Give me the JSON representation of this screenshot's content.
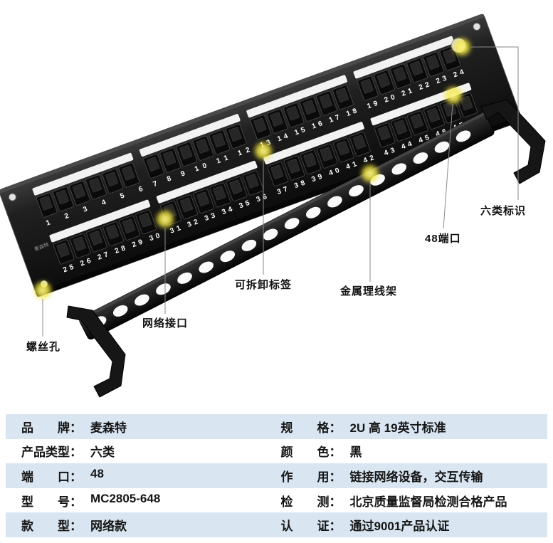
{
  "callouts": {
    "cat6": "六类标识",
    "ports48": "48端口",
    "removable_label": "可拆卸标签",
    "cable_manager": "金属理线架",
    "network_port": "网络接口",
    "screw_hole": "螺丝孔"
  },
  "panel": {
    "logo": "麦森特",
    "port_groups": [
      "1 2 3 4 5 6",
      "7 8 9 10 11 12",
      "13 14 15 16 17 18",
      "19 20 21 22 23 24",
      "25 26 27 28 29 30",
      "31 32 33 34 35 36",
      "37 38 39 40 41 42",
      "43 44 45 46 47 48"
    ]
  },
  "table": {
    "rows": [
      {
        "l_label": "品　　牌：",
        "l_value": "麦森特",
        "r_label": "规　　格：",
        "r_value": "2U 高  19英寸标准"
      },
      {
        "l_label": "产品类型：",
        "l_value": "六类",
        "r_label": "颜　　色：",
        "r_value": "黑"
      },
      {
        "l_label": "端　　口：",
        "l_value": "48",
        "r_label": "作　　用：",
        "r_value": "链接网络设备，交互传输"
      },
      {
        "l_label": "型　　号：",
        "l_value": "MC2805-648",
        "r_label": "检　　测：",
        "r_value": "北京质量监督局检测合格产品"
      },
      {
        "l_label": "款　　型：",
        "l_value": "网络款",
        "r_label": "认　　证：",
        "r_value": "通过9001产品认证"
      }
    ]
  },
  "colors": {
    "row_highlight": "#d9e6f2",
    "glow": "#f2e63d",
    "panel": "#141414"
  }
}
